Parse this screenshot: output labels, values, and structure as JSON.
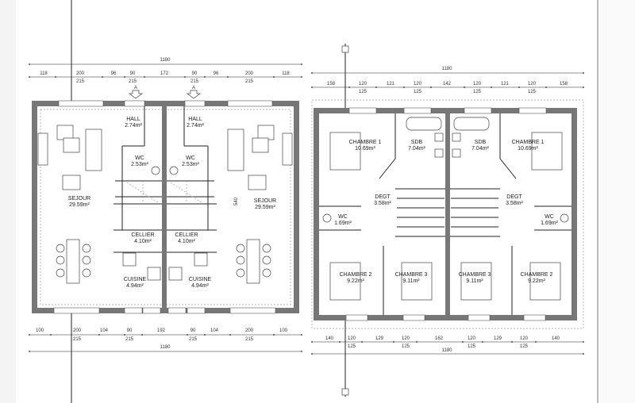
{
  "plans": {
    "ground_floor": {
      "overall_top": "1180",
      "top_row": [
        "118",
        "200",
        "96",
        "90",
        "172",
        "90",
        "96",
        "200",
        "118"
      ],
      "top_sub": [
        "215",
        "215",
        "215",
        "215"
      ],
      "section_marks": [
        "A",
        "A"
      ],
      "bottom_row": [
        "100",
        "200",
        "104",
        "90",
        "192",
        "90",
        "104",
        "200",
        "100"
      ],
      "bottom_sub": [
        "215",
        "215",
        "215",
        "215"
      ],
      "overall_bottom": "1180",
      "side_label": "540",
      "rooms": [
        {
          "name": "HALL",
          "area": "2.74m²"
        },
        {
          "name": "HALL",
          "area": "2.74m²"
        },
        {
          "name": "WC",
          "area": "2.53m²"
        },
        {
          "name": "WC",
          "area": "2.53m²"
        },
        {
          "name": "SEJOUR",
          "area": "29.59m²"
        },
        {
          "name": "SEJOUR",
          "area": "29.59m²"
        },
        {
          "name": "CELLIER",
          "area": "4.10m²"
        },
        {
          "name": "CELLIER",
          "area": "4.10m²"
        },
        {
          "name": "CUISINE",
          "area": "4.94m²"
        },
        {
          "name": "CUISINE",
          "area": "4.94m²"
        }
      ]
    },
    "upper_floor": {
      "overall_top": "1180",
      "top_row": [
        "158",
        "120",
        "121",
        "120",
        "142",
        "120",
        "121",
        "120",
        "158"
      ],
      "top_sub": [
        "125",
        "125",
        "125",
        "125"
      ],
      "bottom_row": [
        "140",
        "120",
        "129",
        "120",
        "162",
        "120",
        "129",
        "120",
        "140"
      ],
      "bottom_sub": [
        "125",
        "125",
        "125",
        "125"
      ],
      "overall_bottom": "1180",
      "rooms": [
        {
          "name": "CHAMBRE 1",
          "area": "10.69m²"
        },
        {
          "name": "SDB",
          "area": "7.04m²"
        },
        {
          "name": "SDB",
          "area": "7.04m²"
        },
        {
          "name": "CHAMBRE 1",
          "area": "10.69m²"
        },
        {
          "name": "DEGT",
          "area": "3.58m²"
        },
        {
          "name": "DEGT",
          "area": "3.58m²"
        },
        {
          "name": "WC",
          "area": "1.69m²"
        },
        {
          "name": "WC",
          "area": "1.69m²"
        },
        {
          "name": "CHAMBRE 2",
          "area": "9.22m²"
        },
        {
          "name": "CHAMBRE 3",
          "area": "9.11m²"
        },
        {
          "name": "CHAMBRE 3",
          "area": "9.11m²"
        },
        {
          "name": "CHAMBRE 2",
          "area": "9.22m²"
        }
      ]
    }
  },
  "colors": {
    "wall": "#777777",
    "line": "#222222"
  }
}
